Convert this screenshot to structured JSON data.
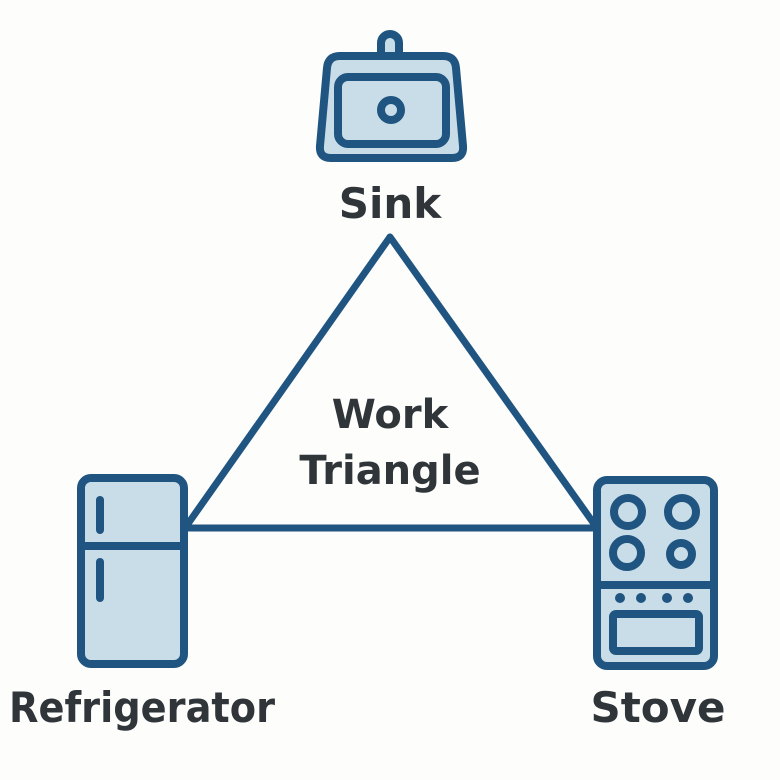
{
  "labels": {
    "sink": "Sink",
    "refrigerator": "Refrigerator",
    "stove": "Stove",
    "center_line1": "Work",
    "center_line2": "Triangle"
  },
  "icons": {
    "sink": "sink-icon",
    "refrigerator": "refrigerator-icon",
    "stove": "stove-icon"
  },
  "colors": {
    "stroke": "#1f5580",
    "fill": "#c9dde8",
    "text": "#30353a",
    "background": "#fdfdfc"
  }
}
